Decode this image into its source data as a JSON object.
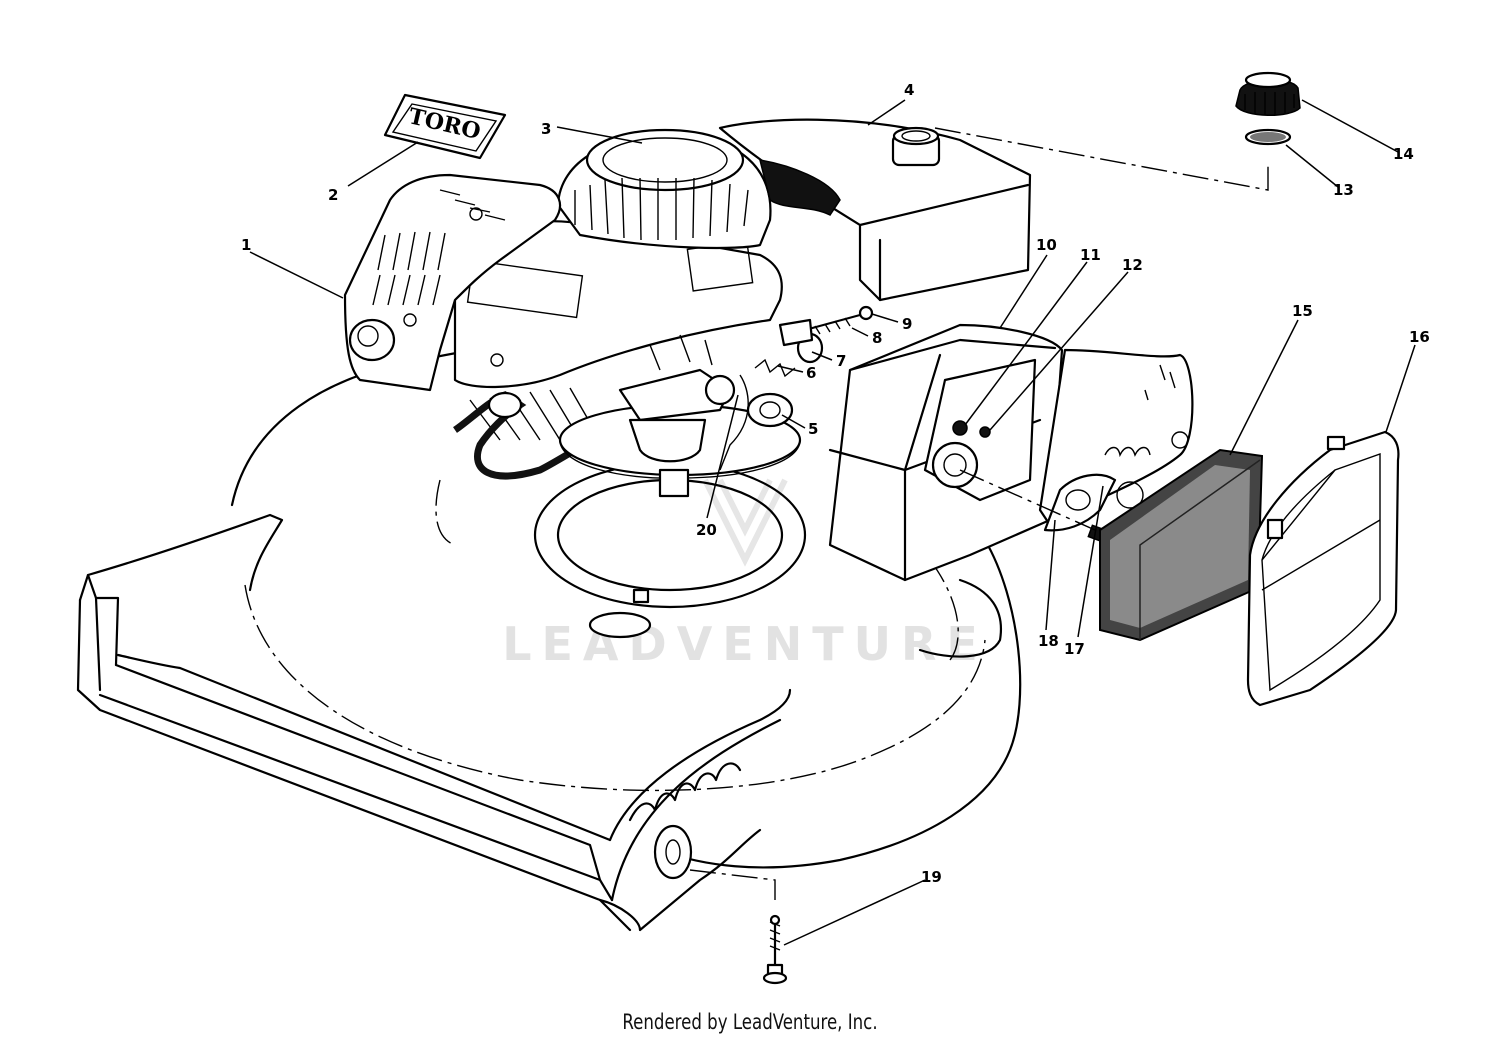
{
  "diagram": {
    "brand_decal_text": "TORO",
    "watermark_text": "LEADVENTURE",
    "footer": "Rendered by LeadVenture, Inc.",
    "callouts": [
      {
        "id": "c1",
        "label": "1"
      },
      {
        "id": "c2",
        "label": "2"
      },
      {
        "id": "c3",
        "label": "3"
      },
      {
        "id": "c4",
        "label": "4"
      },
      {
        "id": "c5",
        "label": "5"
      },
      {
        "id": "c6",
        "label": "6"
      },
      {
        "id": "c7",
        "label": "7"
      },
      {
        "id": "c8",
        "label": "8"
      },
      {
        "id": "c9",
        "label": "9"
      },
      {
        "id": "c10",
        "label": "10"
      },
      {
        "id": "c11",
        "label": "11"
      },
      {
        "id": "c12",
        "label": "12"
      },
      {
        "id": "c13",
        "label": "13"
      },
      {
        "id": "c14",
        "label": "14"
      },
      {
        "id": "c15",
        "label": "15"
      },
      {
        "id": "c16",
        "label": "16"
      },
      {
        "id": "c17",
        "label": "17"
      },
      {
        "id": "c18",
        "label": "18"
      },
      {
        "id": "c19",
        "label": "19"
      },
      {
        "id": "c20",
        "label": "20"
      }
    ]
  }
}
